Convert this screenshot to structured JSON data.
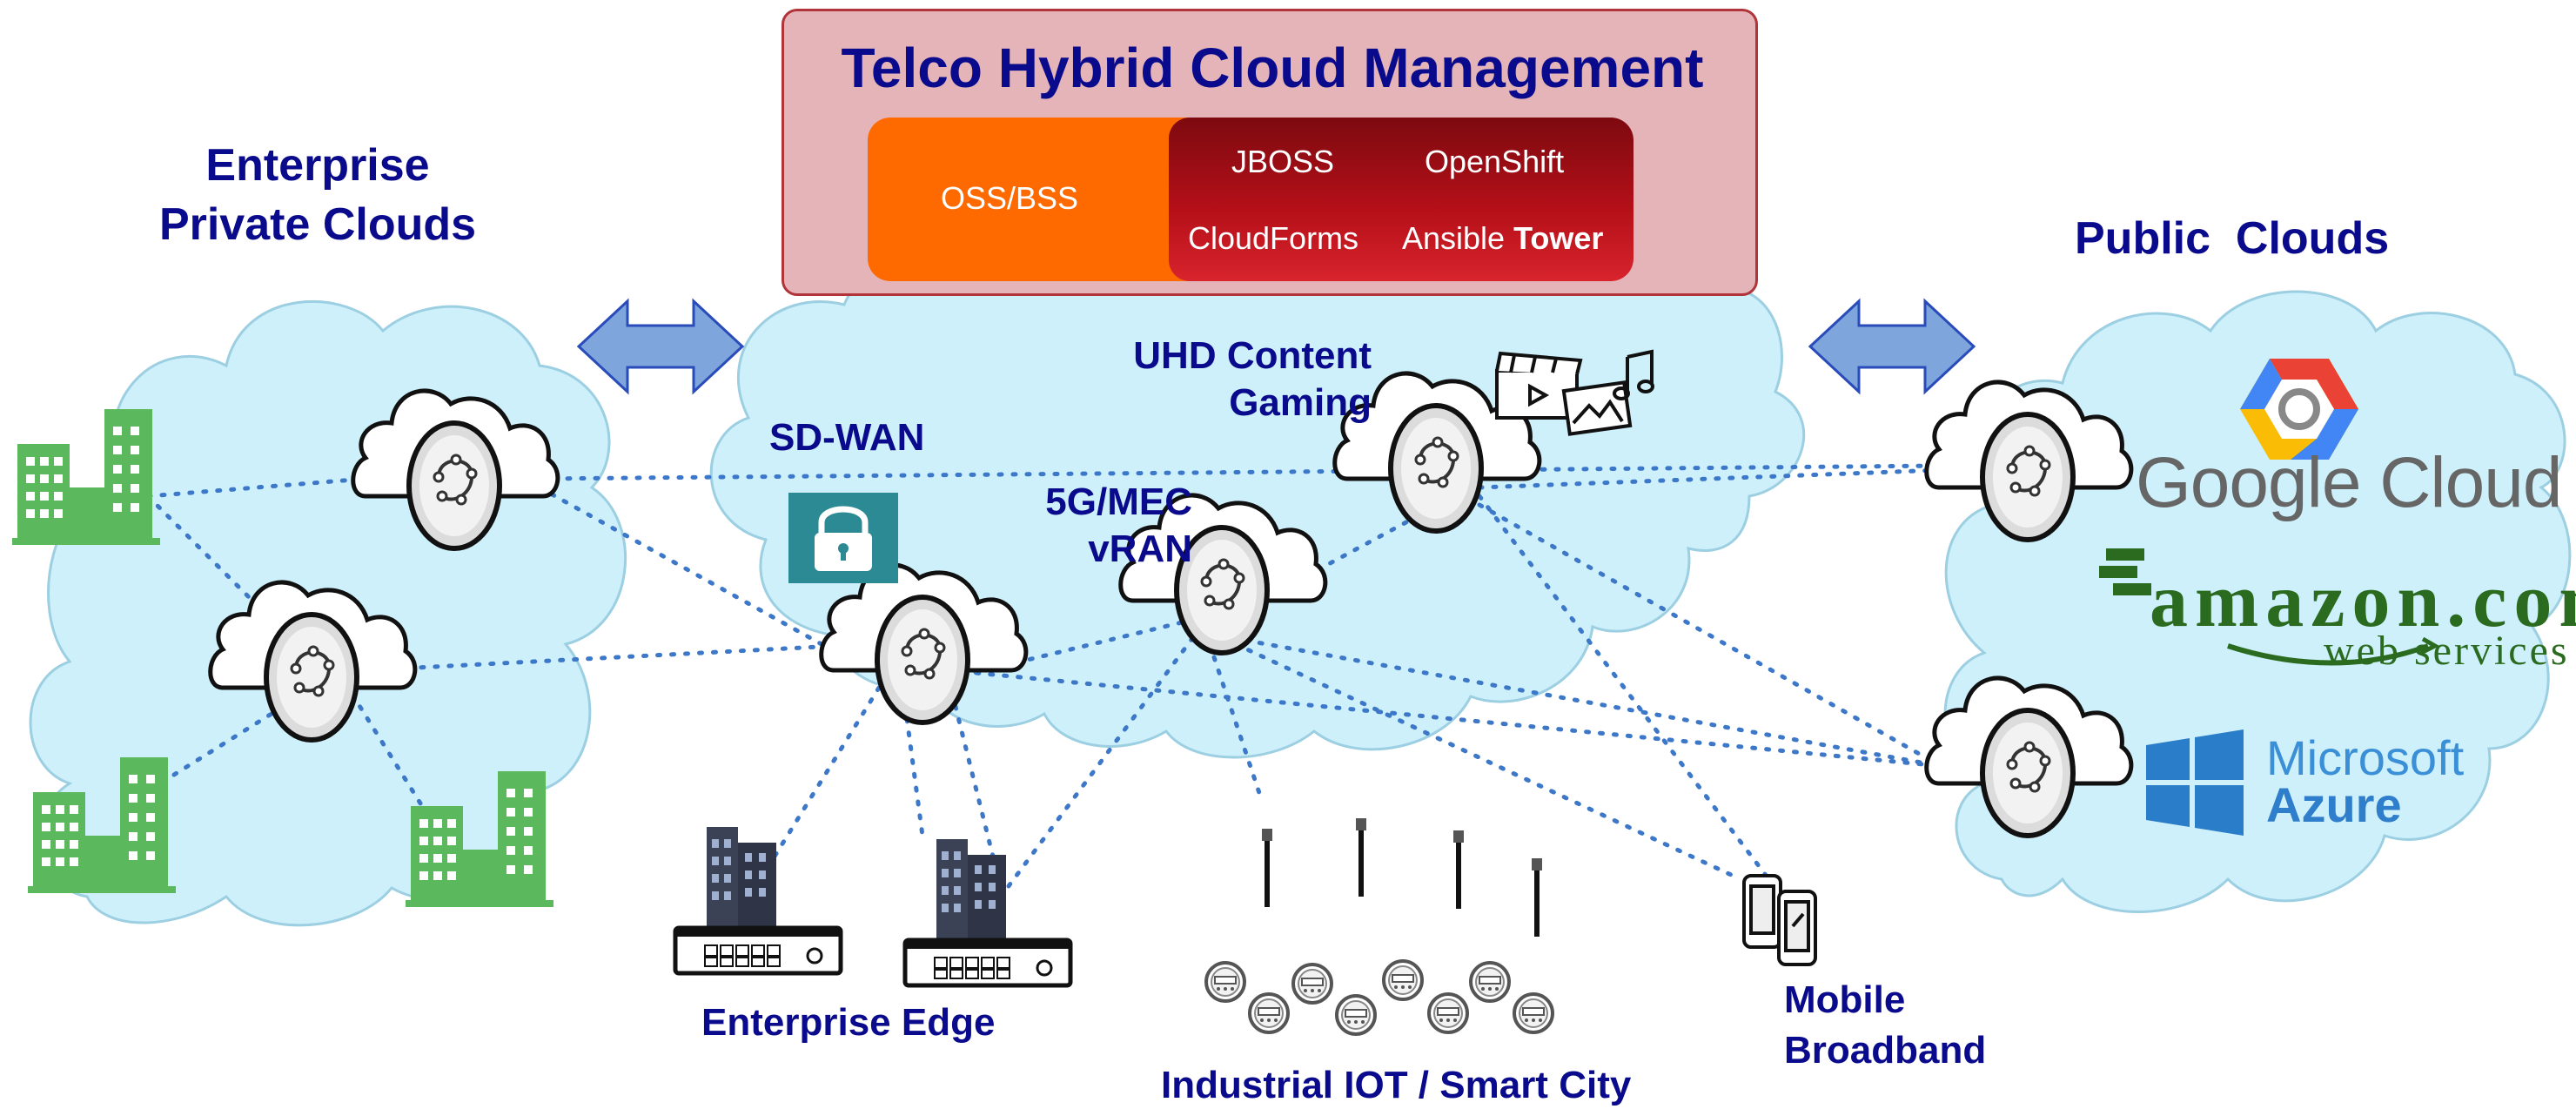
{
  "title": "Telco Hybrid Cloud Management",
  "management_stack": {
    "oss_bss": "OSS/BSS",
    "jboss": "JBOSS",
    "openshift": "OpenShift",
    "cloudforms": "CloudForms",
    "ansible": "Ansible",
    "tower": "Tower"
  },
  "labels": {
    "enterprise_private_clouds_1": "Enterprise",
    "enterprise_private_clouds_2": "Private Clouds",
    "public_clouds": "Public  Clouds",
    "sd_wan": "SD-WAN",
    "uhd_content": "UHD Content",
    "gaming": "Gaming",
    "mec_1": "5G/MEC",
    "mec_2": "vRAN",
    "enterprise_edge": "Enterprise Edge",
    "industrial_iot": "Industrial IOT / Smart City",
    "mobile_1": "Mobile",
    "mobile_2": "Broadband"
  },
  "public_cloud_logos": {
    "google": "Google Cloud",
    "amazon": "amazon.com",
    "amazon_sub": "web services",
    "microsoft": "Microsoft",
    "azure": "Azure"
  },
  "colors": {
    "label_text": "#0a0a8c",
    "cloud_fill": "#cdf0fb",
    "dotted_link": "#3d78c8",
    "building_green": "#5cb85c",
    "arrow_fill": "#7ea6dc",
    "oss_orange": "#ff6a00",
    "mgmt_red": "#b40f18",
    "mgmt_box": "#e4b4b8"
  }
}
